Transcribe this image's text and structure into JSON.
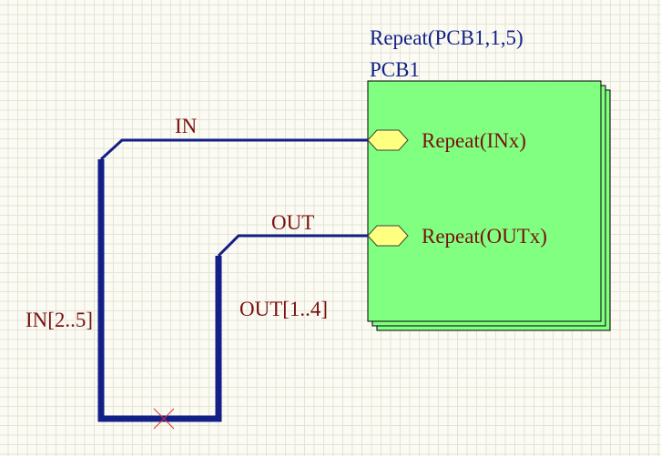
{
  "sheet_symbol": {
    "repeat_designator": "Repeat(PCB1,1,5)",
    "designator": "PCB1",
    "fill_color": "#80ff80",
    "border_color": "#000000",
    "entries": [
      {
        "name": "Repeat(INx)"
      },
      {
        "name": "Repeat(OUTx)"
      }
    ]
  },
  "nets": {
    "in_net_label": "IN",
    "out_net_label": "OUT",
    "in_bus_label": "IN[2..5]",
    "out_bus_label": "OUT[1..4]"
  },
  "colors": {
    "wire": "#121f86",
    "net_label_text": "#7a1010",
    "designator_text": "#121f86",
    "entry_fill": "#ffff80",
    "no_erc_marker": "#e03030"
  }
}
